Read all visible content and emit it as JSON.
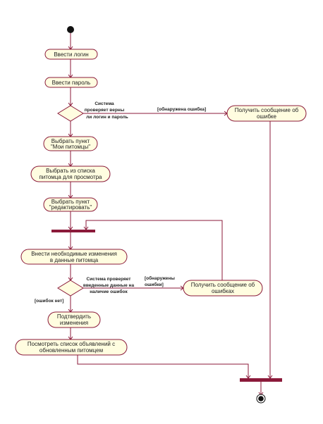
{
  "activities": {
    "login": "Ввести логин",
    "password": "Ввести пароль",
    "select_item_1": "Выбрать пункт",
    "select_item_2": "\"Мои питомцы\"",
    "select_pet_1": "Выбрать из списка",
    "select_pet_2": "питомца для просмотра",
    "select_edit_1": "Выбрать пункт",
    "select_edit_2": "\"редактировать\"",
    "changes_1": "Внести необходимые изменения",
    "changes_2": "в данные питомца",
    "confirm_1": "Подтвердить",
    "confirm_2": "изменения",
    "view_1": "Посмотреть список объявлений с",
    "view_2": "обновленным питомцем",
    "error_msg_1": "Получить сообщение об",
    "error_msg_2": "ошибке",
    "errors_msg_1": "Получить сообщение об",
    "errors_msg_2": "ошибках"
  },
  "decisions": {
    "auth_1": "Система",
    "auth_2": "проверяет верны",
    "auth_3": "ли логин и пароль",
    "data_1": "Система проверяет",
    "data_2": "введенные данные на",
    "data_3": "наличие ошибок"
  },
  "guards": {
    "error_found": "[обнаружена ошибка]",
    "errors_found_1": "[обнаружены",
    "errors_found_2": "ошибки]",
    "no_errors": "[ошибок нет]"
  }
}
